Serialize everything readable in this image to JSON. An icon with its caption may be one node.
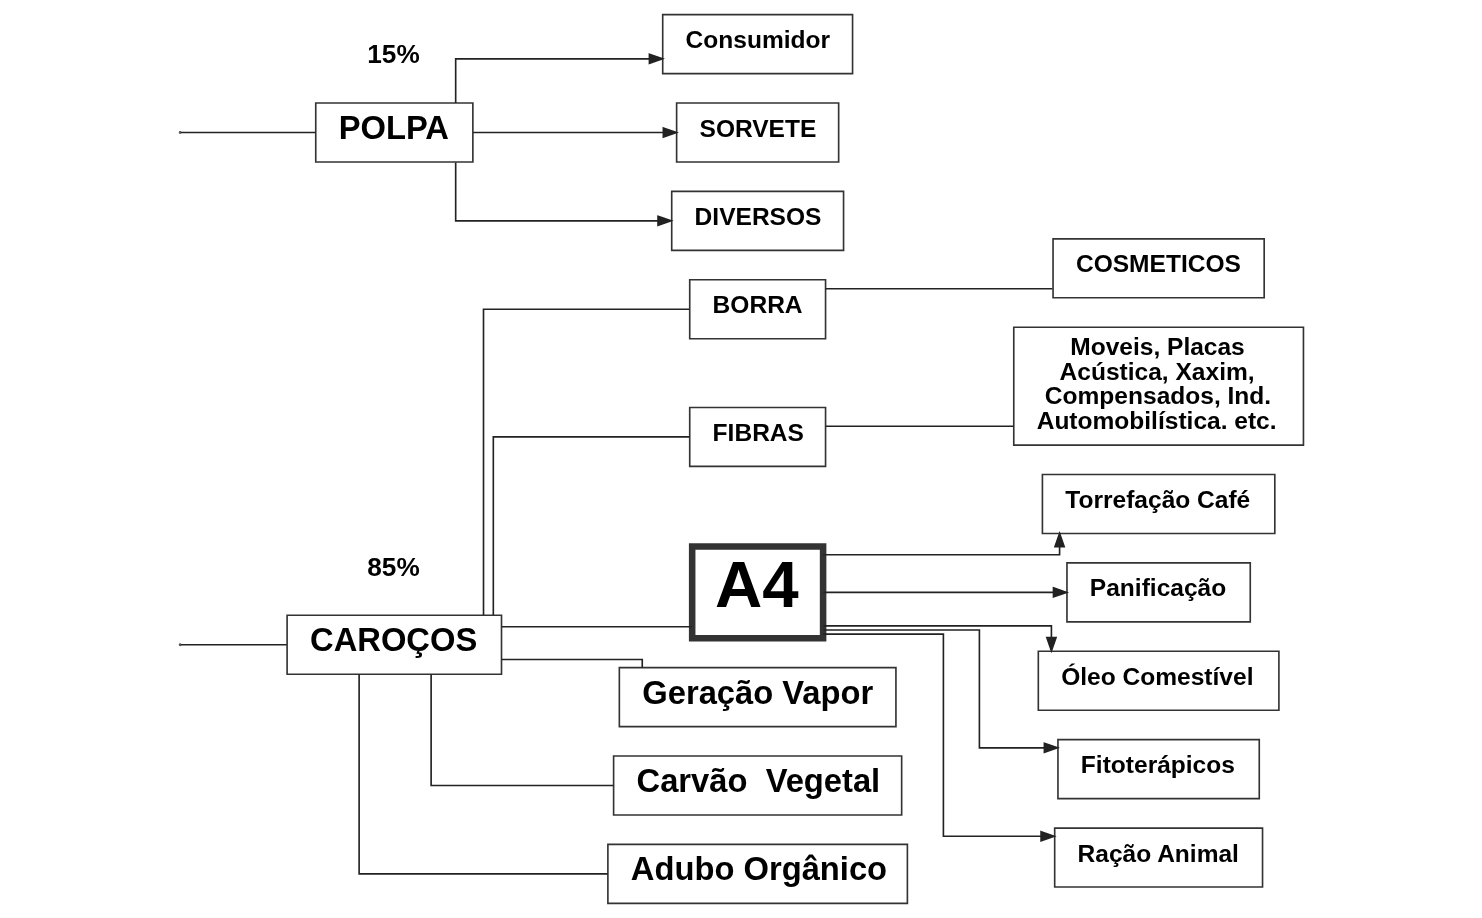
{
  "diagram": {
    "nodes": [
      {
        "text": [
          "CAROÇOS"
        ],
        "beside": [
          "85%"
        ]
      },
      {
        "text": [
          "POLPA"
        ],
        "beside": [
          "15%"
        ]
      },
      {
        "text": [
          "BORRA"
        ]
      },
      {
        "text": [
          "COSMETICOS"
        ]
      },
      {
        "text": [
          "FIBRAS"
        ]
      },
      {
        "text": [
          "Moveis, Placas Acústica, Xaxim, Compensados, Ind. Automobilística. etc."
        ]
      },
      {
        "text": [
          "Consumidor"
        ]
      },
      {
        "text": [
          "SORVETE"
        ]
      },
      {
        "text": [
          "DIVERSOS"
        ]
      },
      {
        "text": [
          "A4"
        ]
      },
      {
        "text": [
          "Torrefação Café"
        ]
      },
      {
        "text": [
          "Panificação"
        ]
      },
      {
        "text": [
          "Óleo Comestível"
        ]
      },
      {
        "text": [
          "Fitoterápicos"
        ]
      },
      {
        "text": [
          "Ração Animal"
        ]
      },
      {
        "text": [
          "Geração Vapor"
        ]
      },
      {
        "text": [
          "Carvão  Vegetal"
        ]
      },
      {
        "text": [
          "Adubo Orgânico"
        ]
      }
    ],
    "edges": [
      {
        "from": null,
        "to": 0,
        "arrow": "none"
      },
      {
        "from": null,
        "to": 1,
        "arrow": "none"
      },
      {
        "from": 0,
        "to": 2,
        "arrow": "none"
      },
      {
        "from": 0,
        "to": 4,
        "arrow": "none"
      },
      {
        "from": 0,
        "to": 9,
        "arrow": "none"
      },
      {
        "from": 0,
        "to": 15,
        "arrow": "none"
      },
      {
        "from": 0,
        "to": 16,
        "arrow": "none"
      },
      {
        "from": 0,
        "to": 17,
        "arrow": "none"
      },
      {
        "from": 2,
        "to": 3,
        "arrow": "none"
      },
      {
        "from": 4,
        "to": 5,
        "arrow": "none"
      },
      {
        "from": 1,
        "to": 6,
        "arrow": "to"
      },
      {
        "from": 1,
        "to": 7,
        "arrow": "to"
      },
      {
        "from": 1,
        "to": 8,
        "arrow": "to"
      },
      {
        "from": 9,
        "to": 10,
        "arrow": "to"
      },
      {
        "from": 9,
        "to": 11,
        "arrow": "to"
      },
      {
        "from": 9,
        "to": 12,
        "arrow": "to"
      },
      {
        "from": 9,
        "to": 13,
        "arrow": "to"
      },
      {
        "from": 9,
        "to": 14,
        "arrow": "to"
      }
    ]
  }
}
